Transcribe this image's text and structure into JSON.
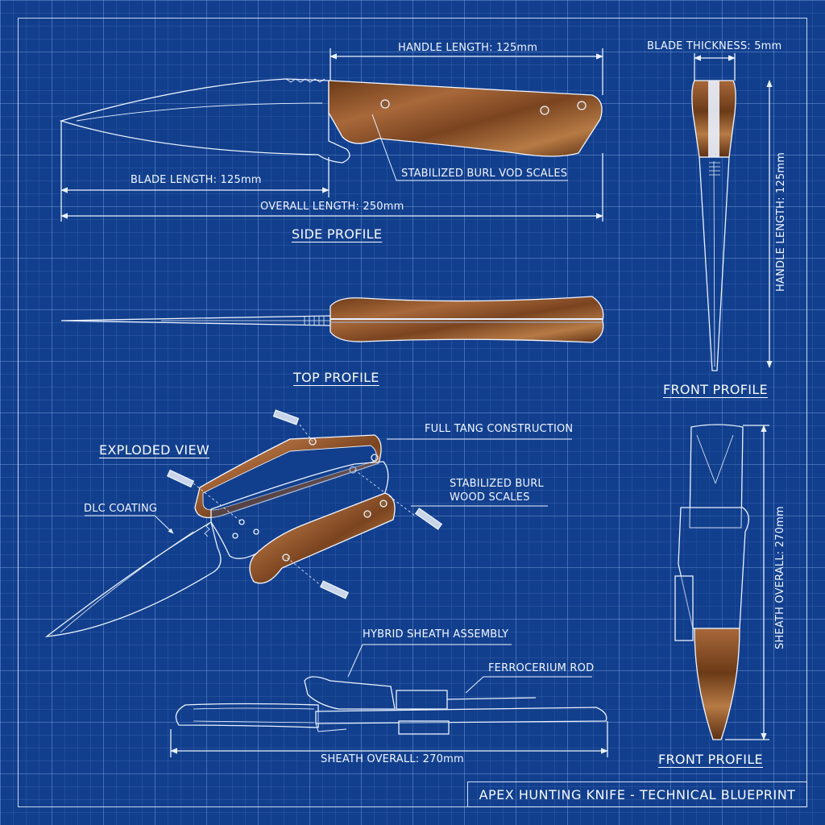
{
  "labels": {
    "handle_length_top": "HANDLE LENGTH: 125mm",
    "blade_thickness": "BLADE THICKNESS: 5mm",
    "blade_length": "BLADE LENGTH: 125mm",
    "overall_length": "OVERALL LENGTH: 250mm",
    "scales_side": "STABILIZED BURL VOD SCALES",
    "handle_length_vertical": "HANDLE LENGTH: 125mm",
    "full_tang": "FULL TANG CONSTRUCTION",
    "dlc_coating": "DLC COATING",
    "scales_exploded": "STABILIZED BURL\nWOOD SCALES",
    "sheath_overall_vertical": "SHEATH OVERALL: 270mm",
    "hybrid_sheath": "HYBRID SHEATH ASSEMBLY",
    "ferro_rod": "FERROCERIUM ROD",
    "sheath_overall": "SHEATH OVERALL: 270mm"
  },
  "titles": {
    "side_profile": "SIDE PROFILE",
    "top_profile": "TOP PROFILE",
    "front_profile_knife": "FRONT PROFILE",
    "exploded_view": "EXPLODED VIEW",
    "front_profile_sheath": "FRONT PROFILE"
  },
  "title_block": "APEX HUNTING KNIFE - TECHNICAL BLUEPRINT",
  "colors": {
    "background": "#123f8d",
    "line": "#eaf2ff",
    "wood_dark": "#5a2f12",
    "wood_light": "#b0703a"
  }
}
